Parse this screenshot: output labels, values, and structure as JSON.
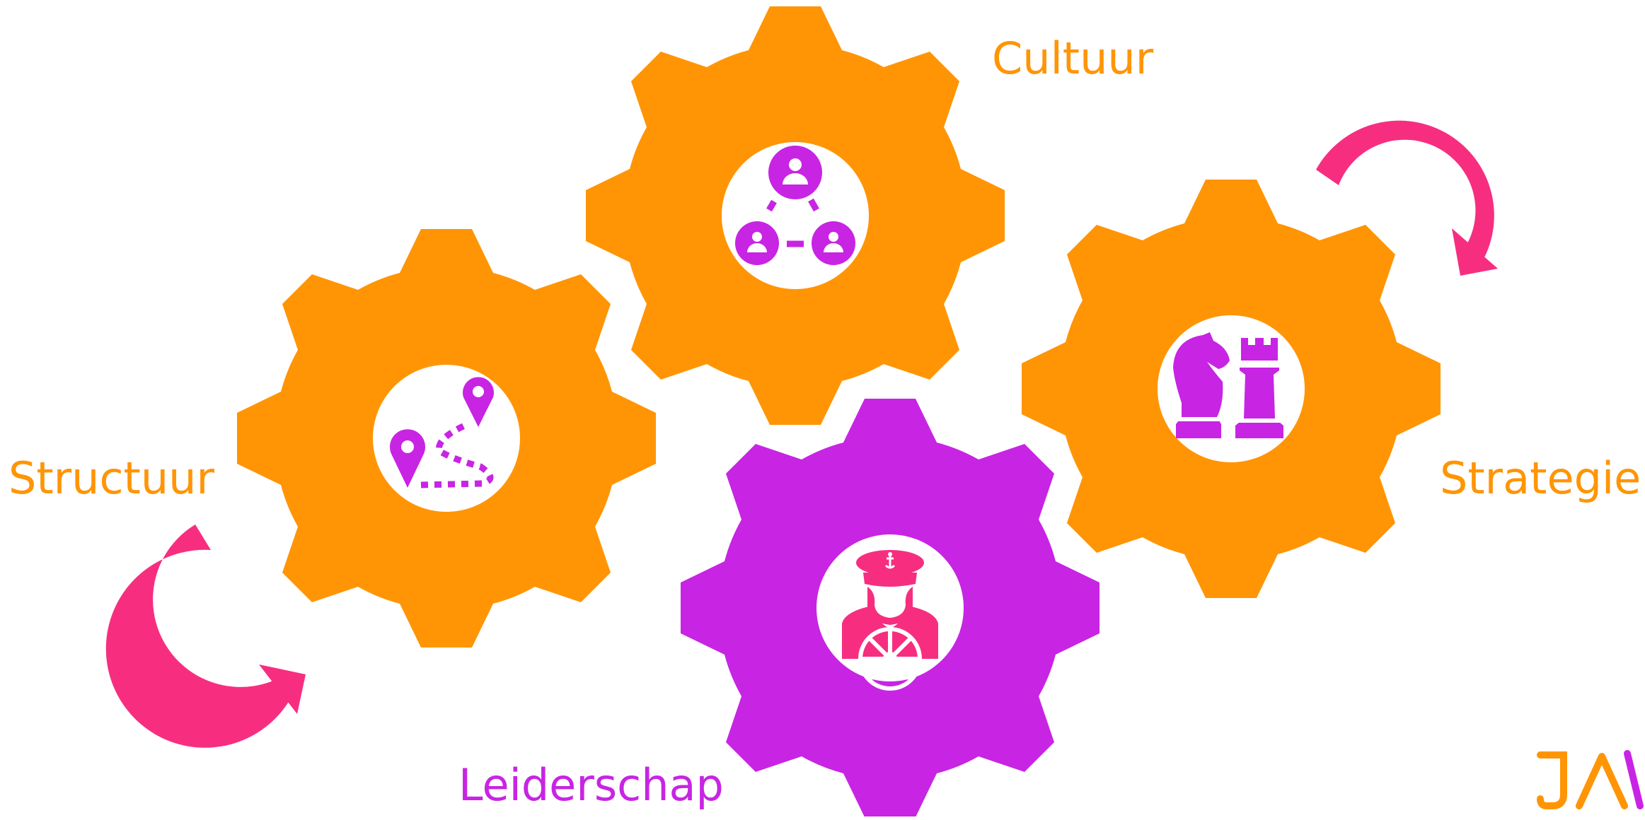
{
  "colors": {
    "gear_orange": "#FF9505",
    "gear_purple": "#C824E4",
    "arrow_pink": "#F72E80",
    "label_orange": "#FF9505",
    "label_purple": "#C824E4",
    "logo_orange": "#FF9505",
    "logo_purple": "#C824E4"
  },
  "gears": [
    {
      "id": "cultuur",
      "label": "Cultuur",
      "color": "orange",
      "icon": "people-network-icon"
    },
    {
      "id": "structuur",
      "label": "Structuur",
      "color": "orange",
      "icon": "route-map-icon"
    },
    {
      "id": "strategie",
      "label": "Strategie",
      "color": "orange",
      "icon": "chess-pieces-icon"
    },
    {
      "id": "leiderschap",
      "label": "Leiderschap",
      "color": "purple",
      "icon": "captain-helm-icon"
    }
  ],
  "logo": {
    "text": "JA"
  }
}
